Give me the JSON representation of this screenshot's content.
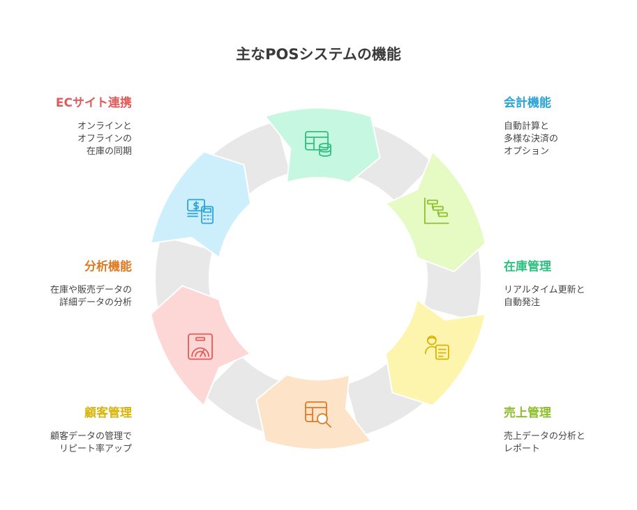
{
  "title": "主なPOSシステムの機能",
  "features": [
    {
      "id": "accounting",
      "heading": "会計機能",
      "lines": [
        "自動計算と",
        "多様な決済の",
        "オプション"
      ],
      "color": "#2aa3d6",
      "fill": "#cdeffb",
      "icon": "cash-calculator-icon"
    },
    {
      "id": "inventory",
      "heading": "在庫管理",
      "lines": [
        "リアルタイム更新と",
        "自動発注"
      ],
      "color": "#2fbf80",
      "fill": "#c6f7e0",
      "icon": "table-database-icon"
    },
    {
      "id": "sales",
      "heading": "売上管理",
      "lines": [
        "売上データの分析と",
        "レポート"
      ],
      "color": "#8cbf2a",
      "fill": "#e6fac4",
      "icon": "gantt-chart-icon"
    },
    {
      "id": "customer",
      "heading": "顧客管理",
      "lines": [
        "顧客データの管理で",
        "リピート率アップ"
      ],
      "color": "#d8b40a",
      "fill": "#fdf5ae",
      "icon": "user-document-icon"
    },
    {
      "id": "analysis",
      "heading": "分析機能",
      "lines": [
        "在庫や販売データの",
        "詳細データの分析"
      ],
      "color": "#e07a22",
      "fill": "#fde3c8",
      "icon": "table-search-icon"
    },
    {
      "id": "ec",
      "heading": "ECサイト連携",
      "lines": [
        "オンラインと",
        "オフラインの",
        "在庫の同期"
      ],
      "color": "#e05a5a",
      "fill": "#fdd6d6",
      "icon": "gauge-dashboard-icon"
    }
  ]
}
